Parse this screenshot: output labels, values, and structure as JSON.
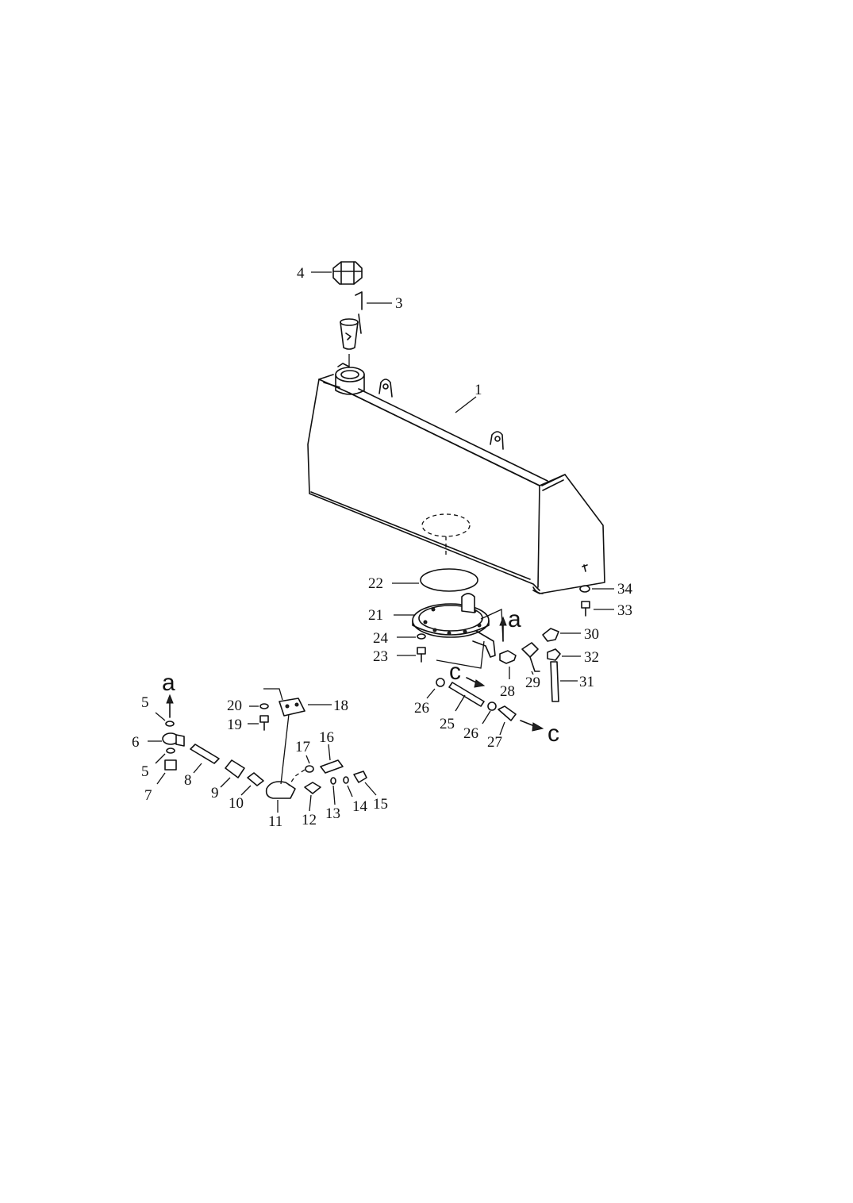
{
  "labels": {
    "l1": "1",
    "l3": "3",
    "l4": "4",
    "l5a": "5",
    "l5b": "5",
    "l6": "6",
    "l7": "7",
    "l8": "8",
    "l9": "9",
    "l10": "10",
    "l11": "11",
    "l12": "12",
    "l13": "13",
    "l14": "14",
    "l15": "15",
    "l16": "16",
    "l17": "17",
    "l18": "18",
    "l19": "19",
    "l20": "20",
    "l21": "21",
    "l22": "22",
    "l23": "23",
    "l24": "24",
    "l25": "25",
    "l26a": "26",
    "l26b": "26",
    "l27": "27",
    "l28": "28",
    "l29": "29",
    "l30": "30",
    "l31": "31",
    "l32": "32",
    "l33": "33",
    "l34": "34"
  },
  "refs": {
    "a_main": "a",
    "a_detail": "a",
    "c_main": "c",
    "c_out": "c"
  }
}
